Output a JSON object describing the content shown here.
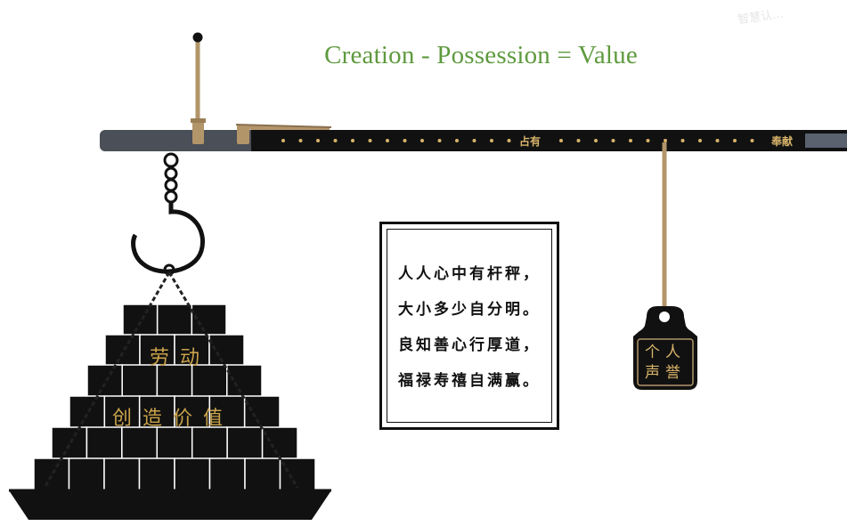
{
  "formula": "Creation - Possession = Value",
  "watermark": "智慧认...",
  "beam": {
    "mark_possession": "占有",
    "mark_dedication": "奉献"
  },
  "load": {
    "label_labor": "劳动",
    "label_create_value": "创造价值"
  },
  "weight": {
    "line1": "个人",
    "line2": "声誉"
  },
  "poem": {
    "lines": [
      "人人心中有杆秤，",
      "大小多少自分明。",
      "良知善心行厚道，",
      "福禄寿禧自满赢。"
    ]
  },
  "colors": {
    "formula": "#5e9a3e",
    "beam": "#111111",
    "beam_end": "#4a4f58",
    "rope": "#b3956a",
    "stone": "#111111",
    "stone_text": "#c9a24a"
  }
}
